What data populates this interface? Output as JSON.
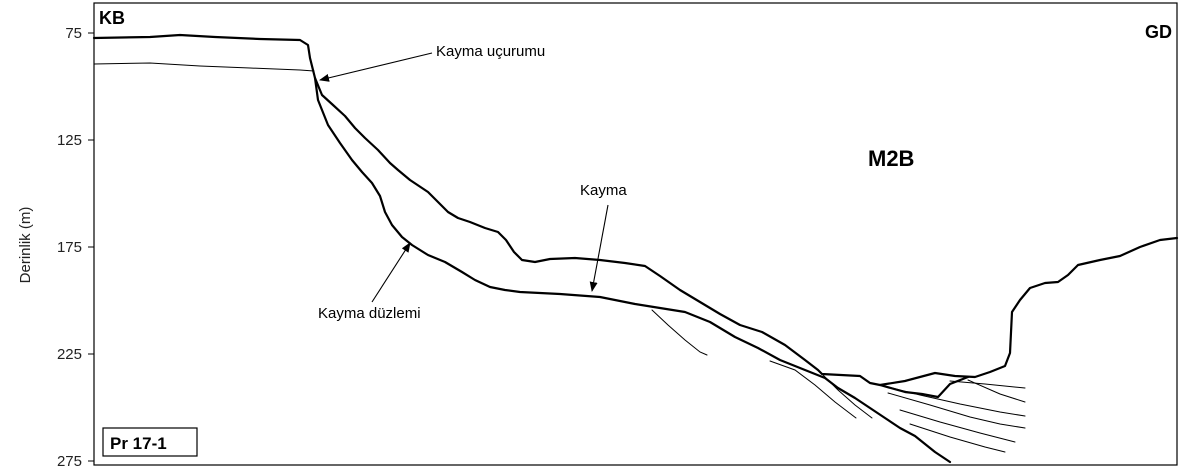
{
  "axis": {
    "title": "Derinlik (m)",
    "ticks": [
      "75",
      "125",
      "175",
      "225",
      "275"
    ]
  },
  "labels": {
    "left_direction": "KB",
    "right_direction": "GD",
    "unit": "M2B",
    "profile_id": "Pr 17-1"
  },
  "annotations": {
    "scarp": "Kayma uçurumu",
    "slide": "Kayma",
    "slip_plane": "Kayma düzlemi"
  }
}
